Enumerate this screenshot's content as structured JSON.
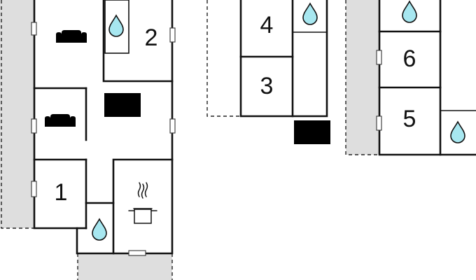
{
  "rooms": {
    "room_1": "1",
    "room_2": "2",
    "room_3": "3",
    "room_4": "4",
    "room_5": "5",
    "room_6": "6"
  },
  "icons": {
    "bathroom": "water-drop-icon",
    "living": "sofa-icon",
    "kitchen": "cooking-pot-icon",
    "stairs": "stairs-icon"
  },
  "colors": {
    "water": "#a7e7f0",
    "terrace": "#dedede",
    "wall": "#111111"
  }
}
